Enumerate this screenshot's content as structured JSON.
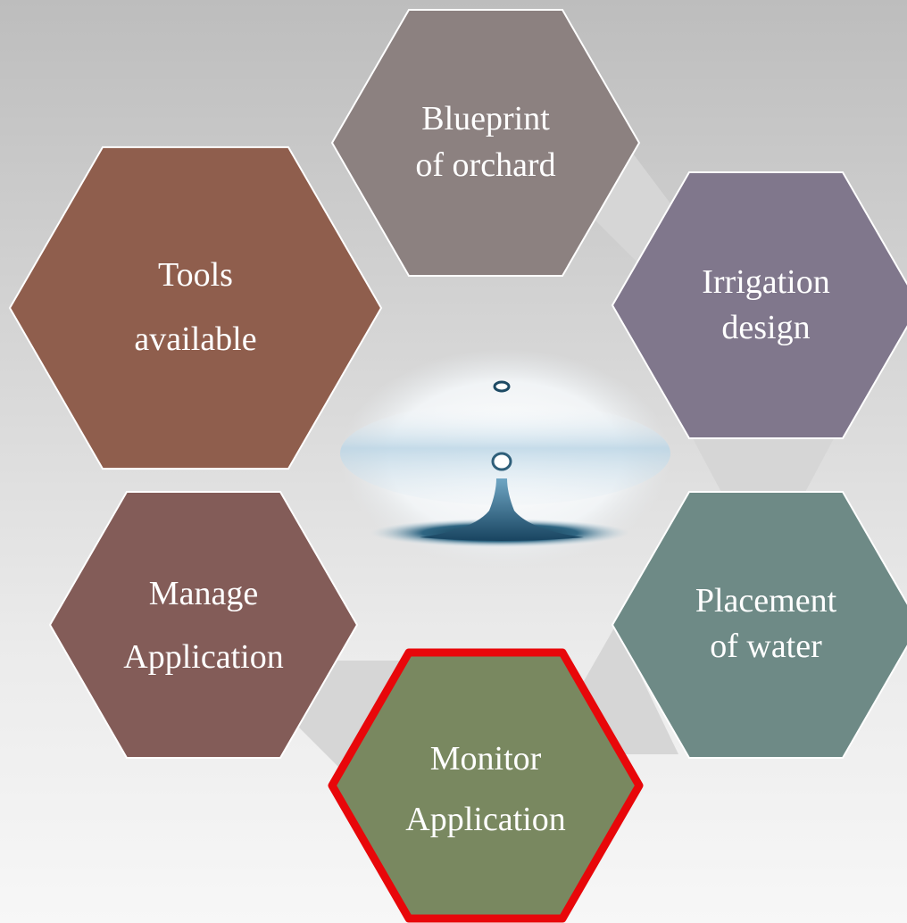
{
  "cycle": {
    "steps": [
      {
        "id": "blueprint",
        "lines": [
          "Blueprint",
          "of orchard"
        ],
        "color": "#8c8180",
        "highlighted": false
      },
      {
        "id": "irrigation",
        "lines": [
          "Irrigation",
          "design"
        ],
        "color": "#80778c",
        "highlighted": false
      },
      {
        "id": "placement",
        "lines": [
          "Placement",
          "of water"
        ],
        "color": "#6e8a86",
        "highlighted": false
      },
      {
        "id": "monitor",
        "lines": [
          "Monitor",
          "Application"
        ],
        "color": "#798860",
        "highlighted": true
      },
      {
        "id": "manage",
        "lines": [
          "Manage",
          "Application"
        ],
        "color": "#835c58",
        "highlighted": false
      },
      {
        "id": "tools",
        "lines": [
          "Tools",
          "available"
        ],
        "color": "#8f5e4d",
        "highlighted": false
      }
    ],
    "center_image": "water-drop-splash",
    "highlight_color": "#e8070a",
    "connector_color": "#d6d6d6"
  }
}
